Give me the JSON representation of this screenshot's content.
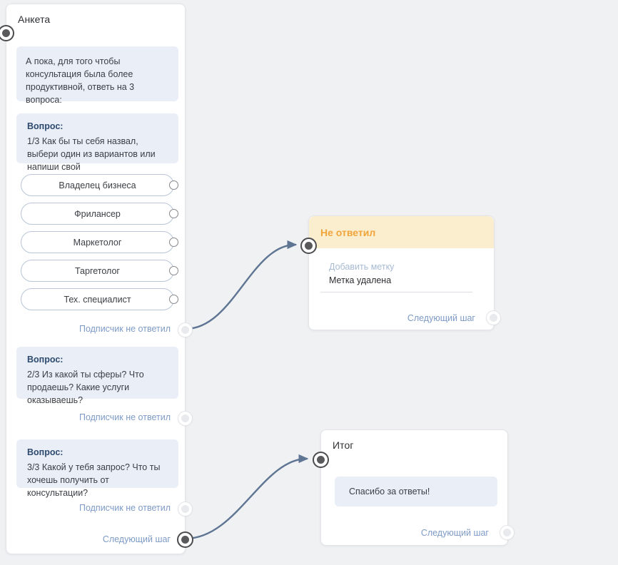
{
  "canvas": {
    "background": "#f0f1f3",
    "connector_color": "#5f7594"
  },
  "nodes": {
    "anketa": {
      "title": "Анкета",
      "intro_message": "А пока, для того чтобы консультация была более продуктивной, ответь на 3 вопроса:",
      "question_label": "Вопрос:",
      "questions": [
        "1/3 Как бы ты себя назвал, выбери один из вариантов или напиши свой",
        "2/3 Из какой ты сферы? Что продаешь? Какие услуги оказываешь?",
        "3/3 Какой у тебя запрос? Что ты хочешь получить от консультации?"
      ],
      "answer_buttons": [
        "Владелец бизнеса",
        "Фрилансер",
        "Маркетолог",
        "Таргетолог",
        "Тех. специалист"
      ],
      "no_answer_label": "Подписчик не ответил",
      "next_step_label": "Следующий шаг"
    },
    "not_answered": {
      "title": "Не ответил",
      "header_bg": "#fbeecf",
      "header_color": "#f0a53c",
      "add_tag_label": "Добавить метку",
      "tag_status": "Метка удалена",
      "next_step_label": "Следующий шаг"
    },
    "result": {
      "title": "Итог",
      "message": "Спасибо за ответы!",
      "next_step_label": "Следующий шаг"
    }
  }
}
